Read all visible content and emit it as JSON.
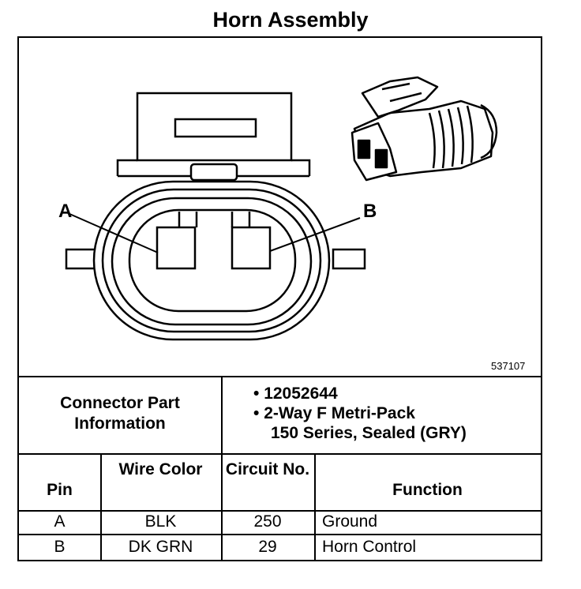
{
  "title": "Horn Assembly",
  "figure": {
    "pin_a_label": "A",
    "pin_b_label": "B",
    "figure_id": "537107",
    "icons": [
      "connector-face-view-icon",
      "connector-isometric-icon"
    ]
  },
  "connector_info": {
    "label": "Connector Part Information",
    "items": [
      "12052644",
      "2-Way F Metri-Pack",
      "150 Series, Sealed (GRY)"
    ]
  },
  "table": {
    "headers": {
      "pin": "Pin",
      "wire_color": "Wire Color",
      "circuit_no": "Circuit No.",
      "function": "Function"
    },
    "rows": [
      {
        "pin": "A",
        "wire_color": "BLK",
        "circuit_no": "250",
        "function": "Ground"
      },
      {
        "pin": "B",
        "wire_color": "DK GRN",
        "circuit_no": "29",
        "function": "Horn Control"
      }
    ]
  }
}
